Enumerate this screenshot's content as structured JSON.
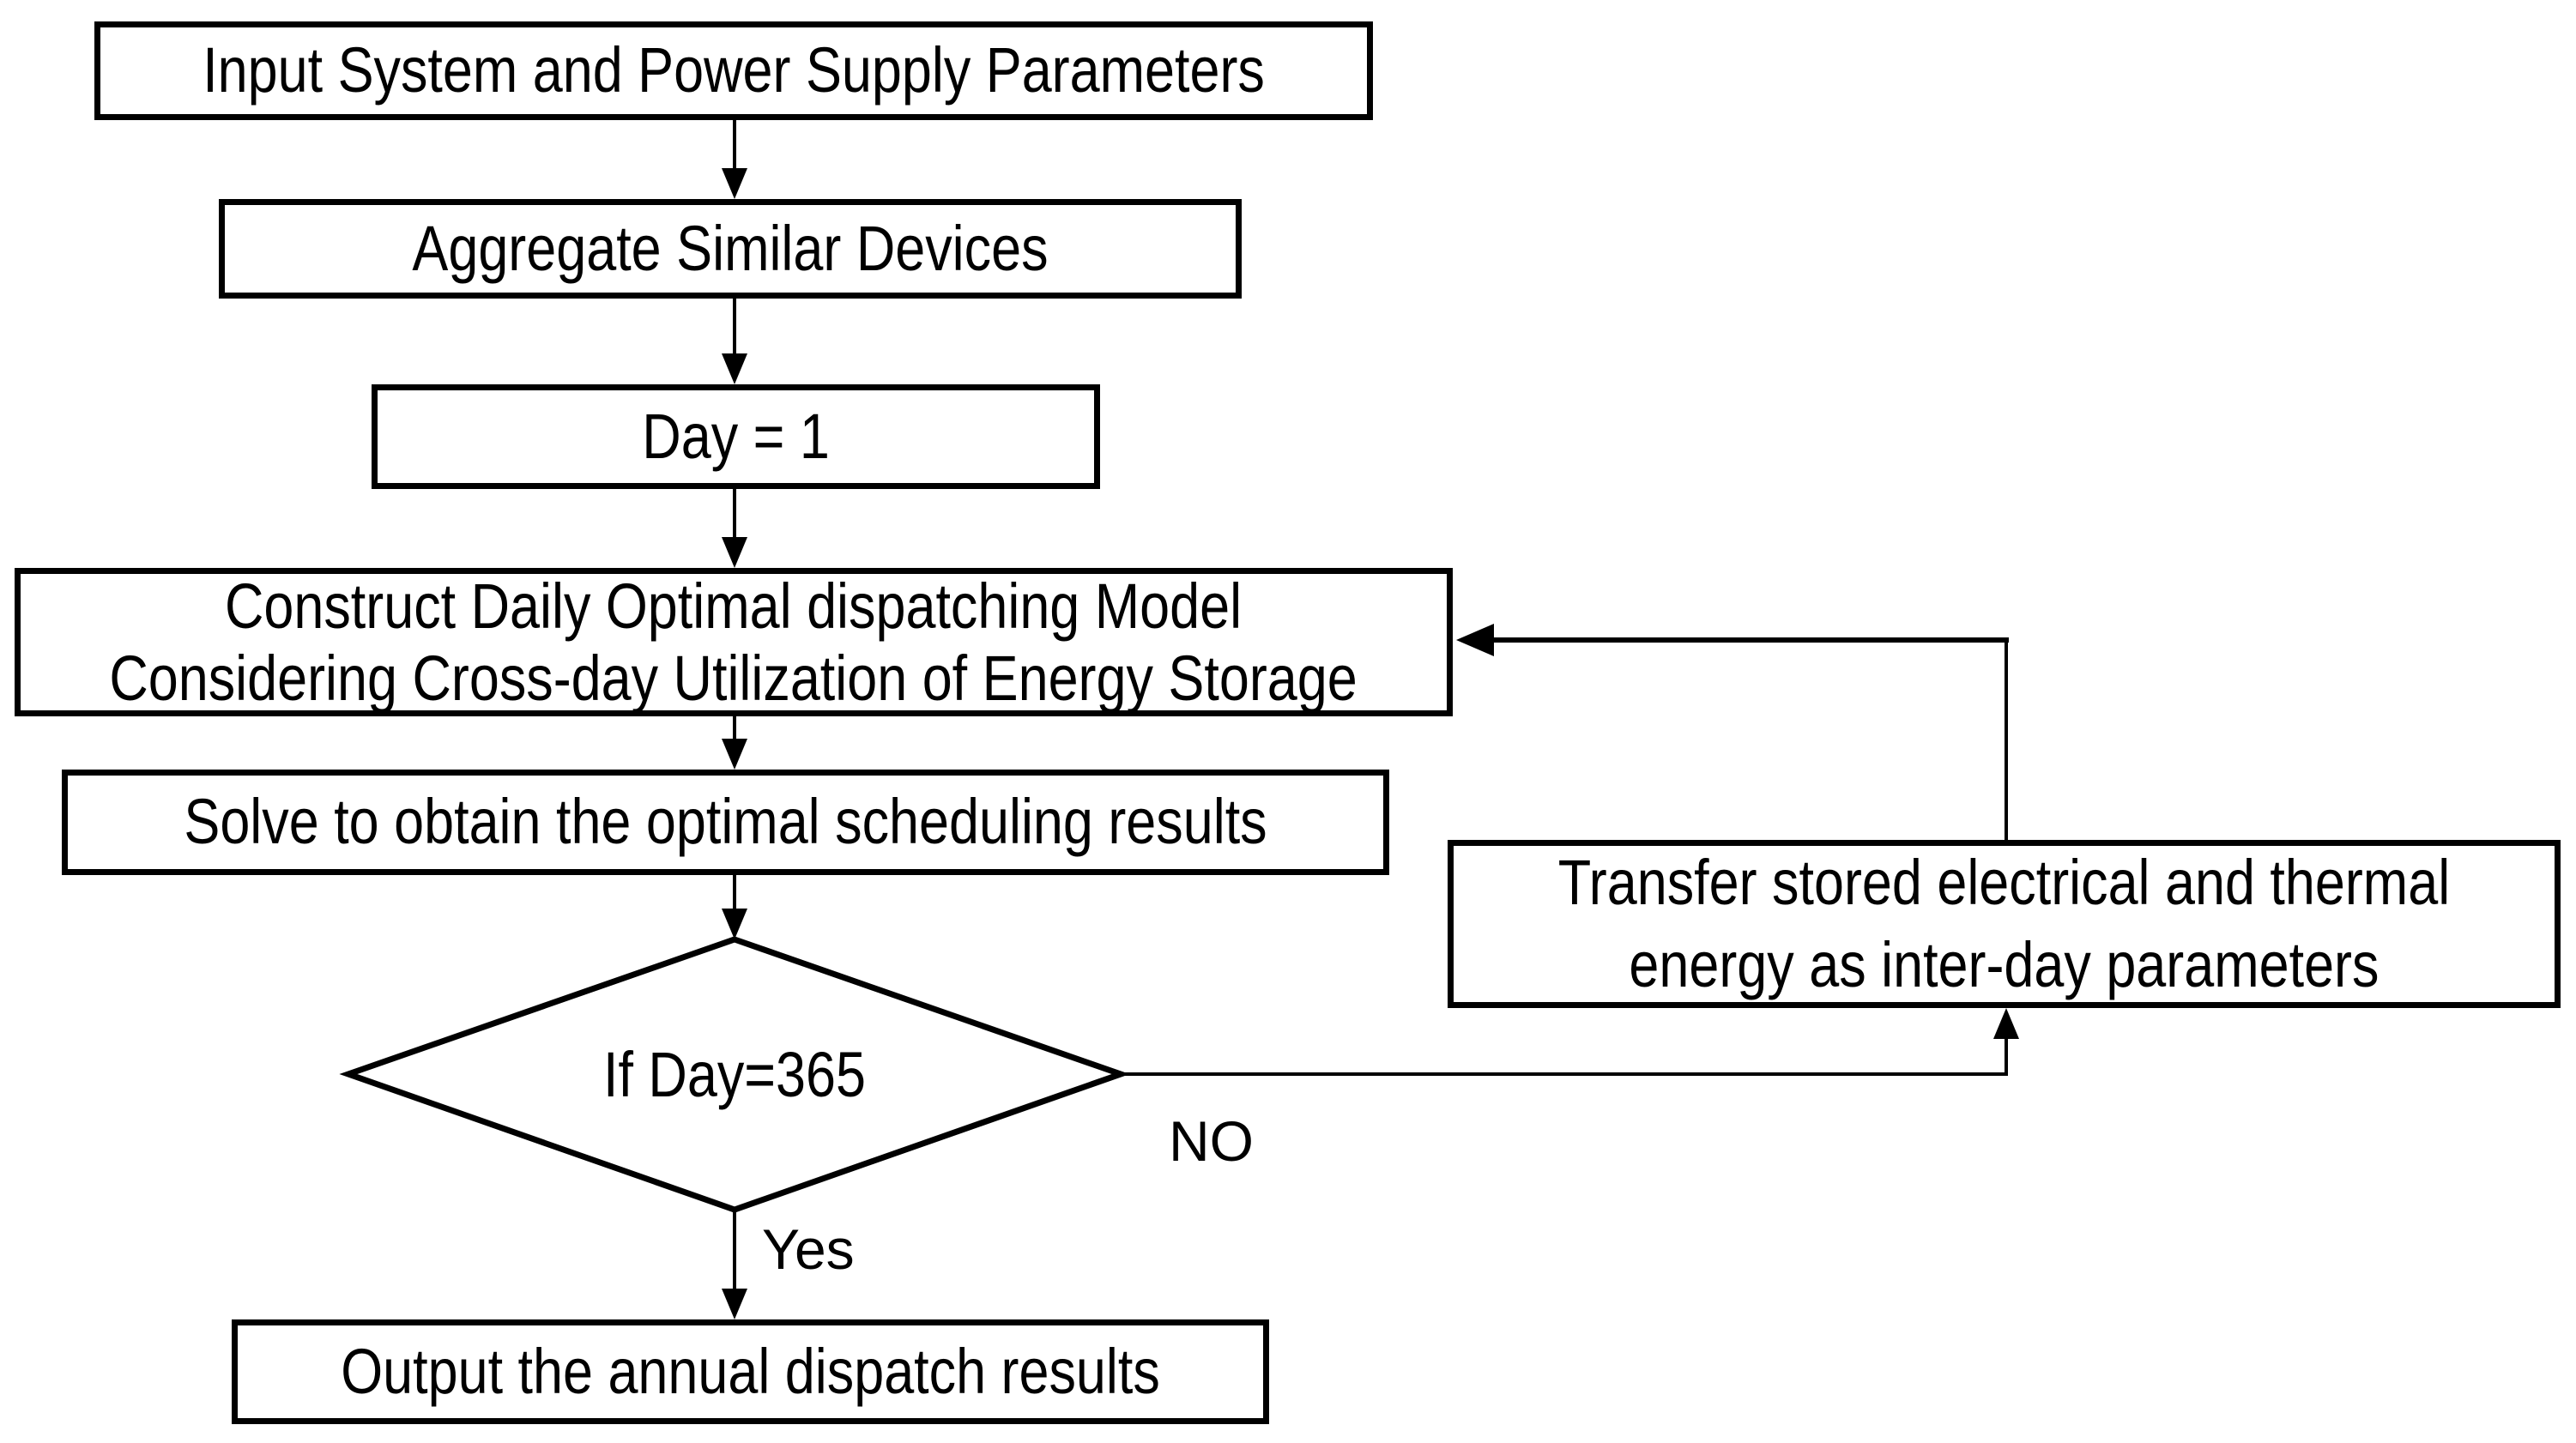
{
  "diagram": {
    "title": "Annual dispatch optimization flowchart",
    "colors": {
      "stroke": "#000000",
      "background": "#ffffff"
    },
    "nodes": {
      "input": {
        "label": "Input System and Power Supply Parameters"
      },
      "aggregate": {
        "label": "Aggregate Similar Devices"
      },
      "day1": {
        "label": "Day = 1"
      },
      "construct": {
        "line1": "Construct Daily Optimal dispatching Model",
        "line2": "Considering Cross-day Utilization of Energy Storage"
      },
      "solve": {
        "label": "Solve to obtain the optimal scheduling results"
      },
      "decision": {
        "label": "If Day=365"
      },
      "transfer": {
        "line1": "Transfer stored electrical and thermal",
        "line2": "energy as inter-day parameters"
      },
      "output": {
        "label": "Output the annual dispatch results"
      }
    },
    "edges": {
      "yes_label": "Yes",
      "no_label": "NO"
    }
  }
}
